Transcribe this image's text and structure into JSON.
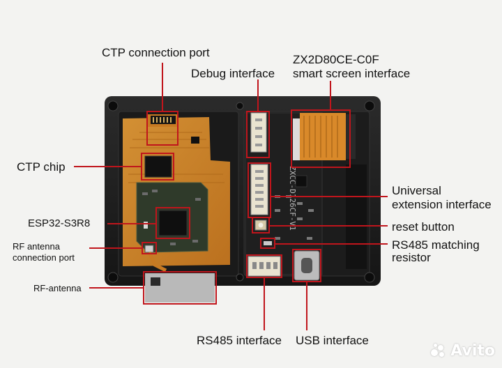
{
  "labels": {
    "ctp_port": "CTP connection port",
    "debug": "Debug interface",
    "zx_model": "ZX2D80CE-C0F",
    "zx_desc": "smart screen interface",
    "ctp_chip": "CTP chip",
    "universal_1": "Universal",
    "universal_2": "extension interface",
    "esp32": "ESP32-S3R8",
    "reset": "reset button",
    "rf_port_1": "RF antenna",
    "rf_port_2": "connection port",
    "rs485_match_1": "RS485 matching",
    "rs485_match_2": "resistor",
    "rf_antenna": "RF-antenna",
    "rs485": "RS485 interface",
    "usb": "USB interface"
  },
  "board_silkscreen": "ZXCC-D126CF-V1",
  "watermark": "Avito",
  "colors": {
    "callout": "#c0151c",
    "frame": "#222222",
    "pcb": "#1f1f1f",
    "flex": "#d9892a",
    "green_pcb": "#2f3a2a",
    "background": "#f3f3f1"
  }
}
